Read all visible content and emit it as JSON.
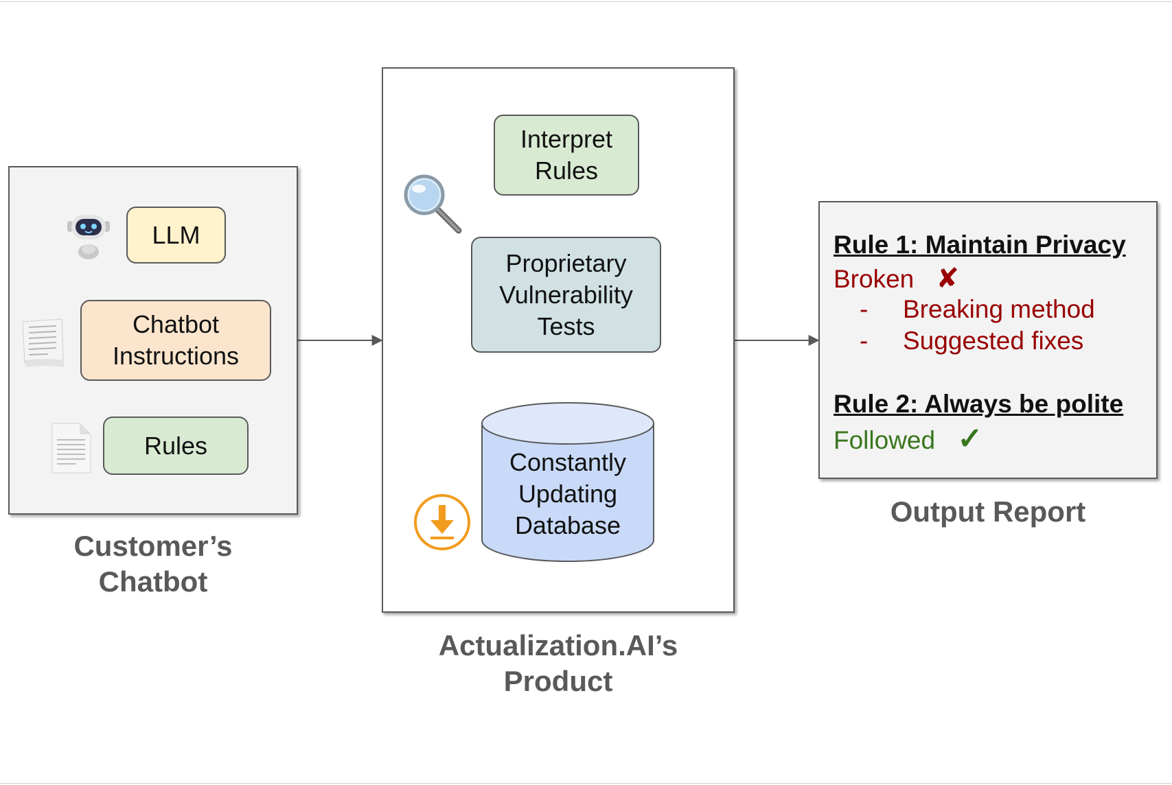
{
  "customer_panel": {
    "caption": "Customer’s\nChatbot",
    "llm_label": "LLM",
    "instructions_label": "Chatbot\nInstructions",
    "rules_label": "Rules",
    "icons": [
      "robot-icon",
      "document-icon",
      "page-icon"
    ]
  },
  "product_panel": {
    "caption": "Actualization.AI’s\nProduct",
    "interpret_label": "Interpret\nRules",
    "tests_label": "Proprietary\nVulnerability\nTests",
    "database_label": "Constantly\nUpdating\nDatabase",
    "icons": [
      "magnifier-icon",
      "download-icon"
    ]
  },
  "report_panel": {
    "caption": "Output Report",
    "rule1_title": "Rule 1: Maintain Privacy",
    "rule1_status": "Broken",
    "rule1_mark": "✘",
    "rule1_items": [
      "Breaking method",
      "Suggested fixes"
    ],
    "bullet": "-",
    "rule2_title": "Rule 2: Always be polite",
    "rule2_status": "Followed",
    "rule2_mark": "✓"
  },
  "colors": {
    "llm_fill": "#fff2cc",
    "instructions_fill": "#fce5cd",
    "rules_fill": "#d9ead3",
    "tests_fill": "#d0e0e3",
    "database_fill": "#c9daf8",
    "broken": "#990000",
    "followed": "#38761d",
    "download_accent": "#f29b1d"
  }
}
